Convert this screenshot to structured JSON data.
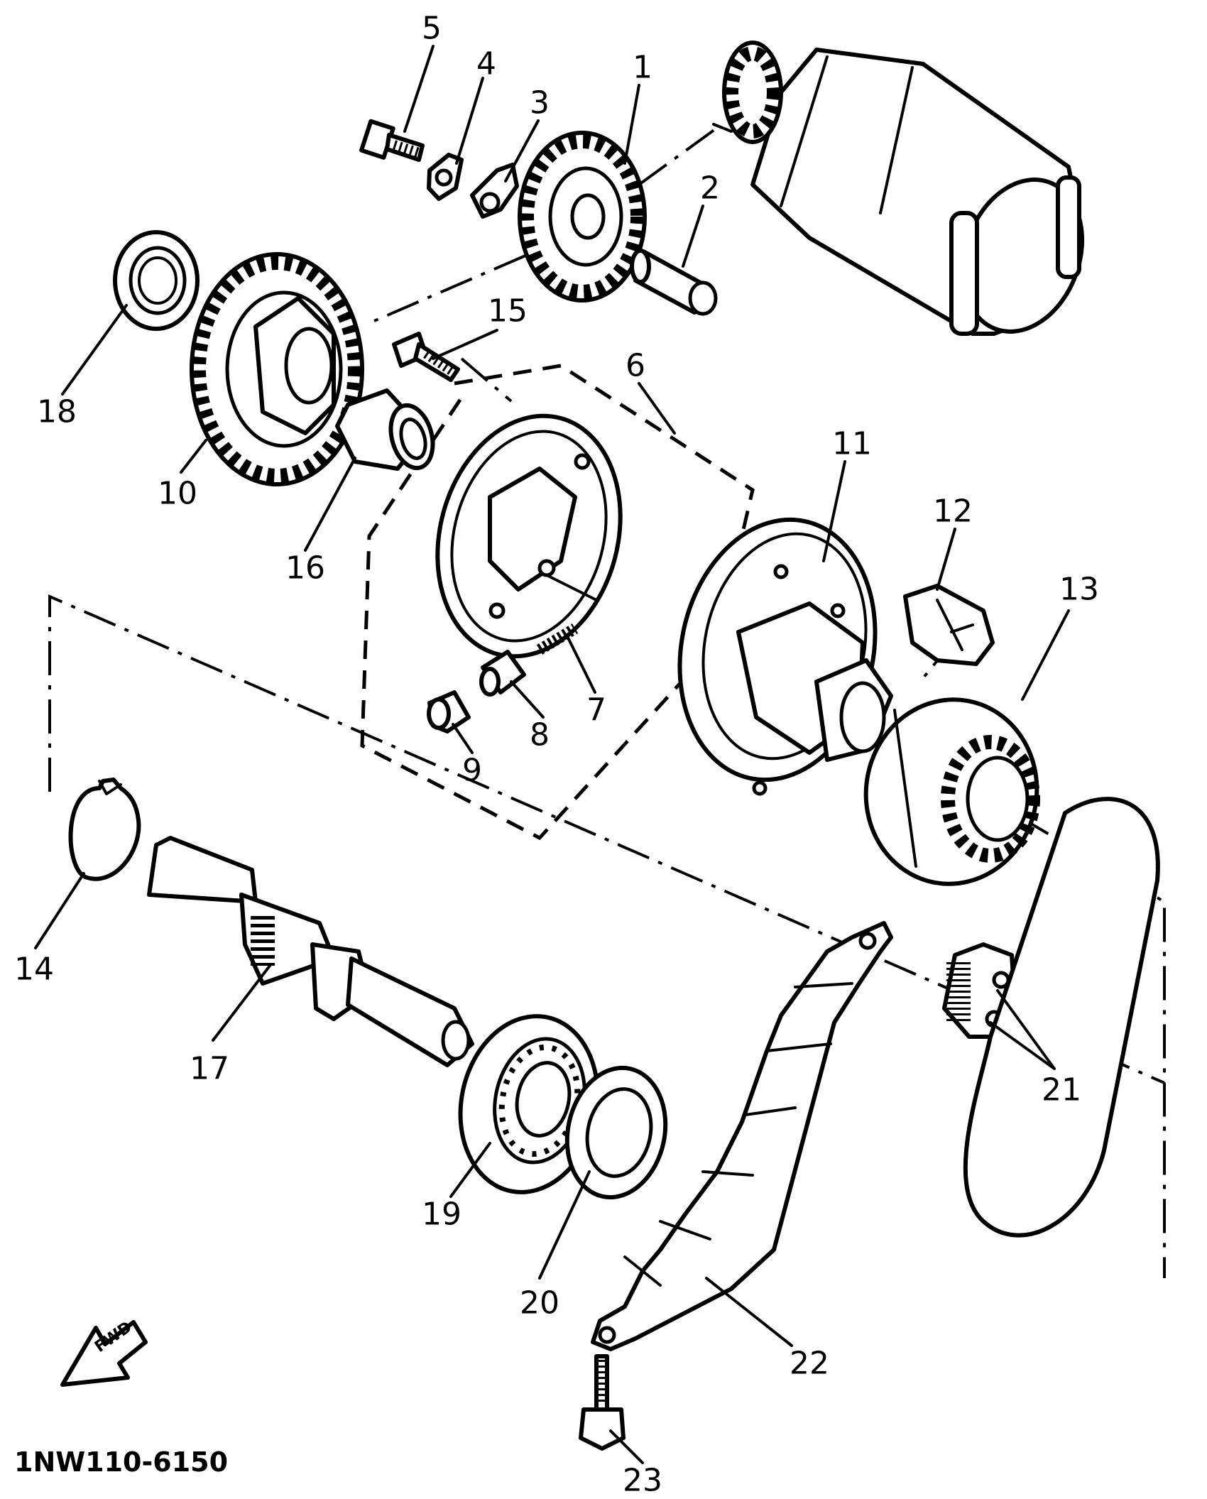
{
  "diagram_code": "1NW110-6150",
  "fwd_label": "FWD",
  "callouts": [
    {
      "id": "1",
      "label": "1"
    },
    {
      "id": "2",
      "label": "2"
    },
    {
      "id": "3",
      "label": "3"
    },
    {
      "id": "4",
      "label": "4"
    },
    {
      "id": "5",
      "label": "5"
    },
    {
      "id": "6",
      "label": "6"
    },
    {
      "id": "7",
      "label": "7"
    },
    {
      "id": "8",
      "label": "8"
    },
    {
      "id": "9",
      "label": "9"
    },
    {
      "id": "10",
      "label": "10"
    },
    {
      "id": "11",
      "label": "11"
    },
    {
      "id": "12",
      "label": "12"
    },
    {
      "id": "13",
      "label": "13"
    },
    {
      "id": "14",
      "label": "14"
    },
    {
      "id": "15",
      "label": "15"
    },
    {
      "id": "16",
      "label": "16"
    },
    {
      "id": "17",
      "label": "17"
    },
    {
      "id": "18",
      "label": "18"
    },
    {
      "id": "19",
      "label": "19"
    },
    {
      "id": "20",
      "label": "20"
    },
    {
      "id": "21",
      "label": "21"
    },
    {
      "id": "22",
      "label": "22"
    },
    {
      "id": "23",
      "label": "23"
    }
  ]
}
